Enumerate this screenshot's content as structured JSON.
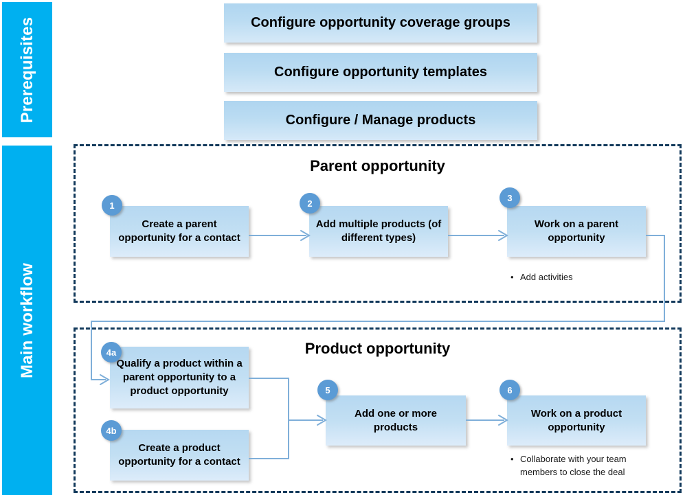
{
  "categories": [
    {
      "id": "prerequisites",
      "label": "Prerequisites"
    },
    {
      "id": "main-workflow",
      "label": "Main workflow"
    }
  ],
  "prerequisites": {
    "boxes": [
      {
        "label": "Configure opportunity coverage groups"
      },
      {
        "label": "Configure opportunity templates"
      },
      {
        "label": "Configure / Manage products"
      }
    ]
  },
  "sections": [
    {
      "id": "parent-opportunity",
      "title": "Parent opportunity",
      "steps": [
        {
          "number": "1",
          "label": "Create a parent opportunity for a contact"
        },
        {
          "number": "2",
          "label": "Add multiple products (of different types)"
        },
        {
          "number": "3",
          "label": "Work on a parent opportunity"
        }
      ],
      "notes": [
        {
          "bullet": "•",
          "text": "Add activities"
        }
      ]
    },
    {
      "id": "product-opportunity",
      "title": "Product opportunity",
      "steps": [
        {
          "number": "4a",
          "label": "Qualify a product within a parent opportunity to a product opportunity"
        },
        {
          "number": "4b",
          "label": "Create a product opportunity for a contact"
        },
        {
          "number": "5",
          "label": "Add one or more products"
        },
        {
          "number": "6",
          "label": "Work on a product opportunity"
        }
      ],
      "notes": [
        {
          "bullet": "•",
          "text": "Collaborate with your team members to close the deal"
        }
      ]
    }
  ],
  "colors": {
    "category_bar": "#00B0F0",
    "section_border": "#12395B",
    "badge": "#5B9BD5",
    "connector": "#7FAFD9",
    "box_fill_top": "#B6D8F1",
    "box_fill_bottom": "#DDECFA"
  }
}
